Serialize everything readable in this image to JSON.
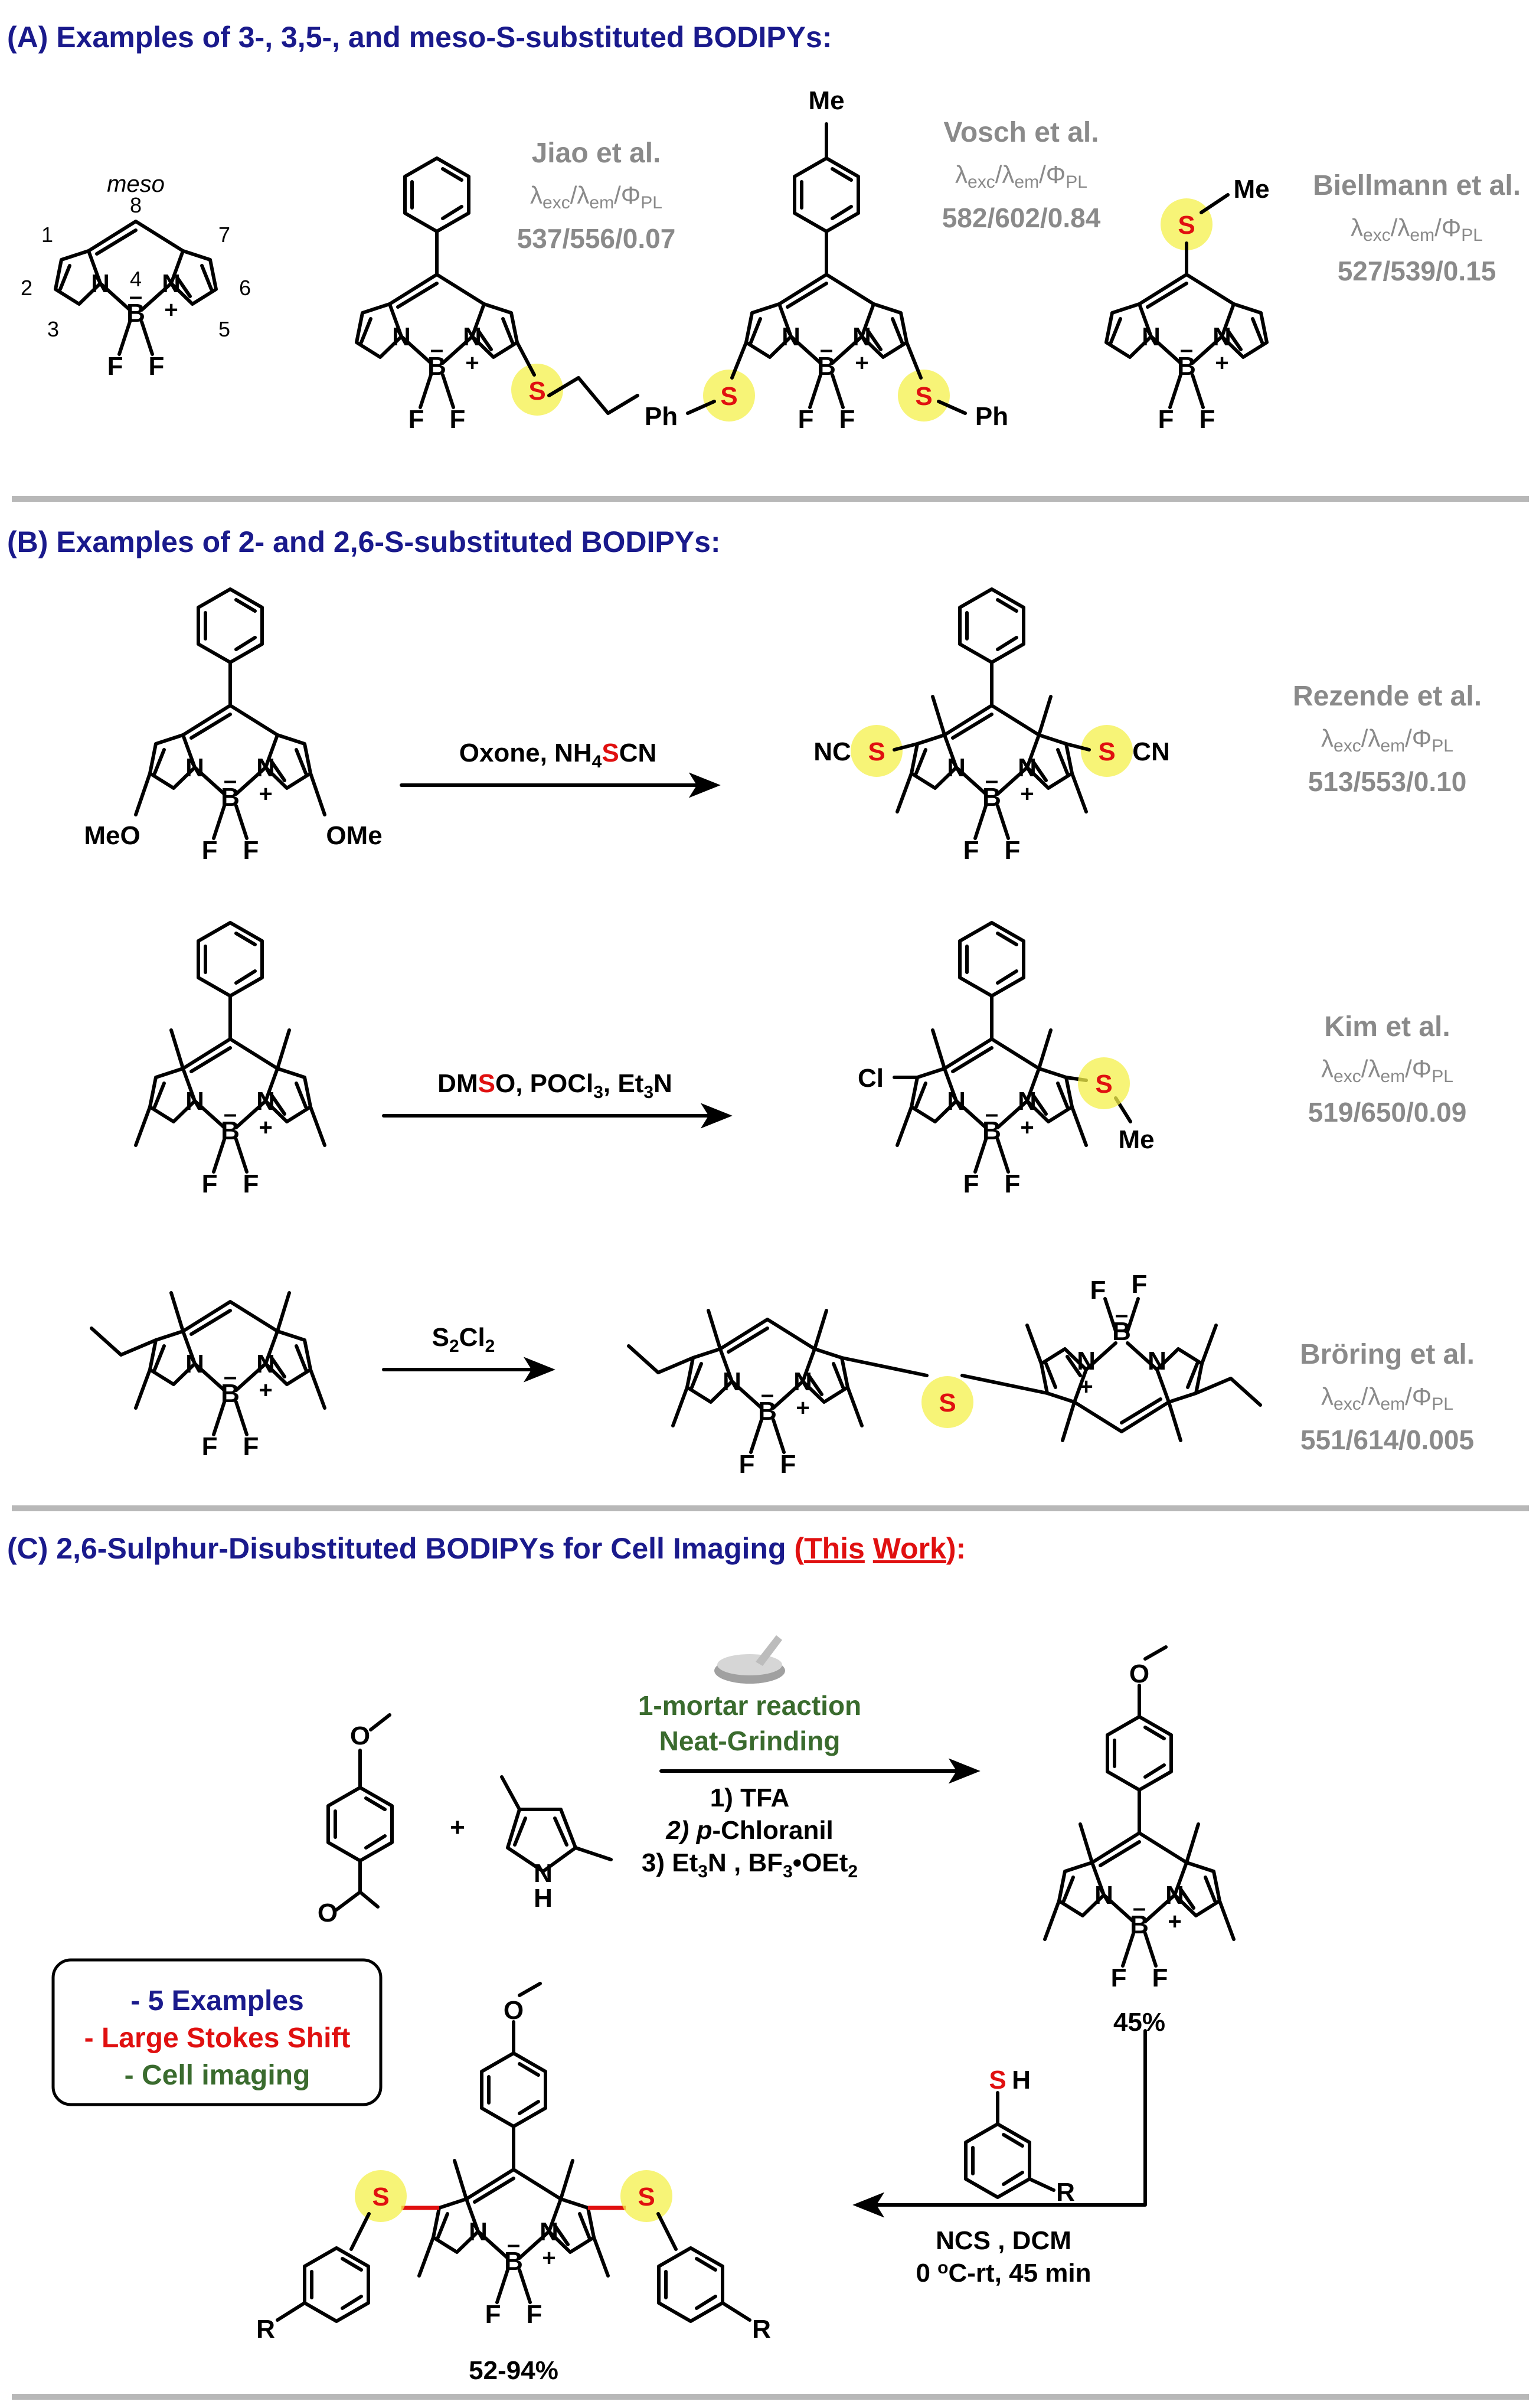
{
  "sections": {
    "a": {
      "header": "(A) Examples of 3-, 3,5-, and meso-S-substituted BODIPYs:"
    },
    "b": {
      "header": "(B) Examples of 2- and 2,6-S-substituted BODIPYs:"
    },
    "c": {
      "header_prefix": "(C) 2,6-Sulphur-Disubstituted BODIPYs for Cell Imaging ",
      "header_open": "(",
      "header_this": "This",
      "header_work": "Work",
      "header_close": "):"
    }
  },
  "numbering": {
    "meso": "meso",
    "p1": "1",
    "p2": "2",
    "p3": "3",
    "p4": "4",
    "p5": "5",
    "p6": "6",
    "p7": "7",
    "p8": "8"
  },
  "atoms": {
    "N": "N",
    "B": "B",
    "F": "F",
    "S": "S",
    "Ph": "Ph",
    "Me": "Me",
    "MeO": "MeO",
    "OMe": "OMe",
    "NC": "NC",
    "CN": "CN",
    "Cl": "Cl",
    "H": "H",
    "R": "R",
    "O": "O",
    "plus": "+",
    "minus": "–"
  },
  "photophys_label": {
    "lambda": "λ",
    "exc": "exc",
    "slash1": "/",
    "em": "em",
    "slash2": "/",
    "phi": "Φ",
    "pl": "PL"
  },
  "references": [
    {
      "author": "Jiao et al.",
      "values": "537/556/0.07"
    },
    {
      "author": "Vosch et al.",
      "values": "582/602/0.84"
    },
    {
      "author": "Biellmann et al.",
      "values": "527/539/0.15"
    },
    {
      "author": "Rezende et al.",
      "values": "513/553/0.10"
    },
    {
      "author": "Kim et al.",
      "values": "519/650/0.09"
    },
    {
      "author": "Bröring et al.",
      "values": "551/614/0.005"
    }
  ],
  "reagents": {
    "r1_a": "Oxone, NH",
    "r1_sub": "4",
    "r1_s": "S",
    "r1_b": "CN",
    "r2_a": "DM",
    "r2_s": "S",
    "r2_b": "O, POCl",
    "r2_sub1": "3",
    "r2_c": ", Et",
    "r2_sub2": "3",
    "r2_d": "N",
    "r3_a": "S",
    "r3_sub1": "2",
    "r3_b": "Cl",
    "r3_sub2": "2"
  },
  "synthesis": {
    "plus_sign": "+",
    "mortar": "1-mortar reaction",
    "neat": "Neat-Grinding",
    "step1": "1) TFA",
    "step2_num": "2) ",
    "step2_p": "p",
    "step2_rest": "-Chloranil",
    "step3_a": "3) Et",
    "step3_sub1": "3",
    "step3_b": "N , BF",
    "step3_sub2": "3",
    "step3_c": "•OEt",
    "step3_sub3": "2",
    "yield1": "45%",
    "cond1": "NCS , DCM",
    "cond2_a": "0 ",
    "cond2_o": "o",
    "cond2_b": "C-rt, 45 min",
    "yield2": "52-94%"
  },
  "highlights": [
    {
      "text": "- 5 Examples",
      "color": "#1a1a8c"
    },
    {
      "text": "- Large Stokes Shift",
      "color": "#e01010"
    },
    {
      "text": "- Cell imaging",
      "color": "#3a6b2e"
    }
  ]
}
